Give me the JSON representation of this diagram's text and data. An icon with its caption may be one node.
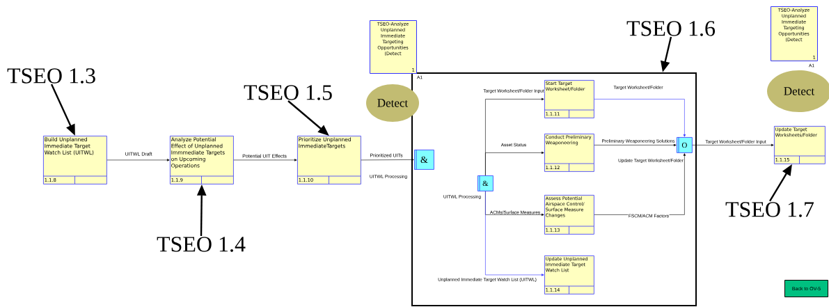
{
  "diagram": {
    "nodes": [
      {
        "text": [
          "TSEO 1.3"
        ]
      },
      {
        "text": [
          "Build Unplanned Immediate Target Watch List (UITWL)",
          "1.1.8"
        ]
      },
      {
        "text": [
          "TSEO 1.4"
        ]
      },
      {
        "text": [
          "Analyze Potential Effect of Unplanned Immmediate Targets on Upcoming Operations",
          "1.1.9"
        ]
      },
      {
        "text": [
          "TSEO 1.5"
        ]
      },
      {
        "text": [
          "Prioritize Unplanned ImmediateTargets",
          "1.1.10"
        ]
      },
      {
        "text": [
          "TSEO-Analyze Unplanned Immediate Targeting Opportunities (Detect",
          "1"
        ],
        "beside": [
          "A1"
        ]
      },
      {
        "text": [
          "Detect"
        ]
      },
      {
        "text": [
          "TSEO 1.6"
        ]
      },
      {
        "text": [],
        "shape": "box"
      },
      {
        "text": [
          "&"
        ],
        "beside": [
          "UITWL Processing"
        ],
        "in": 9
      },
      {
        "text": [
          "&"
        ],
        "beside": [
          "UITWL Processing"
        ],
        "in": 9
      },
      {
        "text": [
          "Start Target Worksheet/Folder",
          "1.1.11"
        ],
        "in": 9
      },
      {
        "text": [
          "Conduct Preliminary Weaponeering",
          "1.1.12"
        ],
        "in": 9
      },
      {
        "text": [
          "Assess Potential Airspace Control/ Surface Measure Changes",
          "1.1.13"
        ],
        "in": 9
      },
      {
        "text": [
          "Update Unplanned Immediate Target Watch List",
          "1.1.14"
        ],
        "in": 9
      },
      {
        "text": [
          "O"
        ],
        "in": 9
      },
      {
        "text": [
          "TSEO-Analyze Unplanned Immediate Targeting Opportunities (Detect",
          "1"
        ],
        "beside": [
          "A1"
        ]
      },
      {
        "text": [
          "Detect"
        ]
      },
      {
        "text": [
          "Update Target Worksheets/Folder",
          "1.1.15"
        ]
      },
      {
        "text": [
          "TSEO 1.7"
        ]
      },
      {
        "text": [
          "Back to OV-5"
        ]
      }
    ],
    "edges": [
      {
        "from": 0,
        "to": 1,
        "arrow": "to",
        "style": "thick"
      },
      {
        "from": 1,
        "to": 3,
        "arrow": "to",
        "label": "UITWL Draft"
      },
      {
        "from": 2,
        "to": 3,
        "arrow": "to",
        "style": "thick"
      },
      {
        "from": 3,
        "to": 5,
        "arrow": "to",
        "label": "Potential UIT Effects"
      },
      {
        "from": 4,
        "to": 5,
        "arrow": "to",
        "style": "thick"
      },
      {
        "from": 5,
        "to": 10,
        "arrow": "to",
        "label": "Prioritized UITs"
      },
      {
        "from": 8,
        "to": 9,
        "arrow": "to",
        "style": "thick"
      },
      {
        "from": 11,
        "to": 12,
        "arrow": "to",
        "label": "Target Worksheet/Folder Input"
      },
      {
        "from": 11,
        "to": 13,
        "arrow": "to",
        "label": "Asset Status"
      },
      {
        "from": 11,
        "to": 14,
        "arrow": "to",
        "label": "ACMs/Surface Measures"
      },
      {
        "from": 11,
        "to": 15,
        "arrow": "to",
        "label": "Unplanned Immediate Target Watch List (UITWL)",
        "color": "#3333ff"
      },
      {
        "from": 12,
        "to": 16,
        "arrow": "to",
        "label": "Target Worksheet/Folder",
        "color": "#3333ff"
      },
      {
        "from": 13,
        "to": 16,
        "arrow": "to",
        "label": "Preliminary Weaponeering Solutions"
      },
      {
        "from": 14,
        "to": 16,
        "arrow": "to",
        "label": "FSCM/ACM Factors"
      },
      {
        "from": 16,
        "to": 19,
        "arrow": "to",
        "label": "Target Worksheet/Folder Input"
      },
      {
        "from": 20,
        "to": 19,
        "arrow": "to",
        "style": "thick"
      }
    ],
    "labels": [
      "Update Target Worksheet/Folder"
    ]
  }
}
